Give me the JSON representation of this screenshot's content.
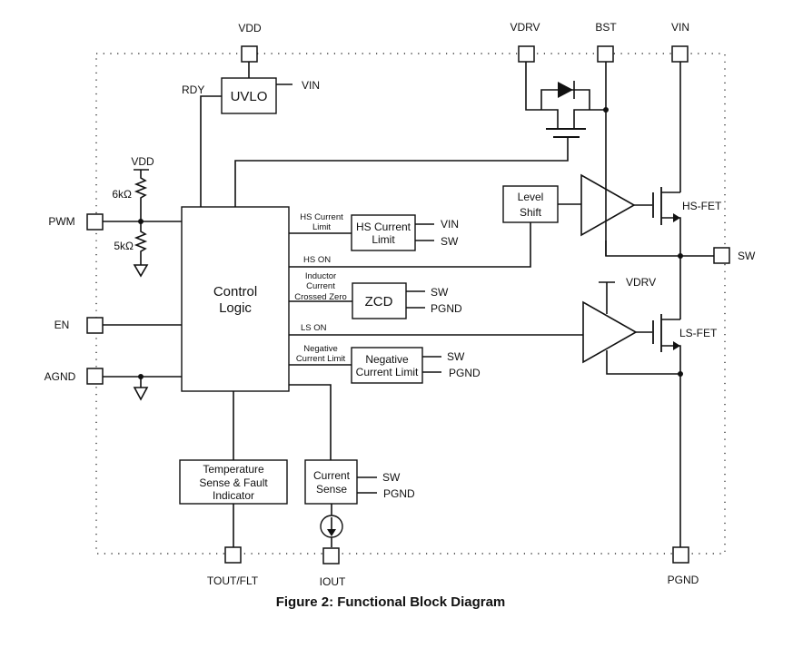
{
  "figure": {
    "caption": "Figure 2: Functional Block Diagram"
  },
  "pins": {
    "vdd_top": "VDD",
    "vdrv": "VDRV",
    "bst": "BST",
    "vin": "VIN",
    "pwm": "PWM",
    "en": "EN",
    "agnd": "AGND",
    "sw": "SW",
    "tout_flt": "TOUT/FLT",
    "iout": "IOUT",
    "pgnd": "PGND"
  },
  "blocks": {
    "uvlo": "UVLO",
    "control_logic": [
      "Control",
      "Logic"
    ],
    "hs_current_limit": [
      "HS Current",
      "Limit"
    ],
    "zcd": "ZCD",
    "negative_current_limit": [
      "Negative",
      "Current Limit"
    ],
    "level_shift": [
      "Level",
      "Shift"
    ],
    "temperature_sense": [
      "Temperature",
      "Sense & Fault",
      "Indicator"
    ],
    "current_sense": [
      "Current",
      "Sense"
    ]
  },
  "signals": {
    "rdy": "RDY",
    "uvlo_vin": "VIN",
    "pullup_vdd": "VDD",
    "r_top": "6kΩ",
    "r_bottom": "5kΩ",
    "hs_current_limit_sig": [
      "HS Current",
      "Limit"
    ],
    "hs_on": "HS ON",
    "inductor_zero": [
      "Inductor",
      "Current",
      "Crossed Zero"
    ],
    "ls_on": "LS ON",
    "negative_limit_sig": [
      "Negative",
      "Current Limit"
    ],
    "hscl_vin": "VIN",
    "hscl_sw": "SW",
    "zcd_sw": "SW",
    "zcd_pgnd": "PGND",
    "ncl_sw": "SW",
    "ncl_pgnd": "PGND",
    "cs_sw": "SW",
    "cs_pgnd": "PGND",
    "ls_driver_vdrv": "VDRV"
  },
  "devices": {
    "hs_fet": "HS-FET",
    "ls_fet": "LS-FET"
  }
}
